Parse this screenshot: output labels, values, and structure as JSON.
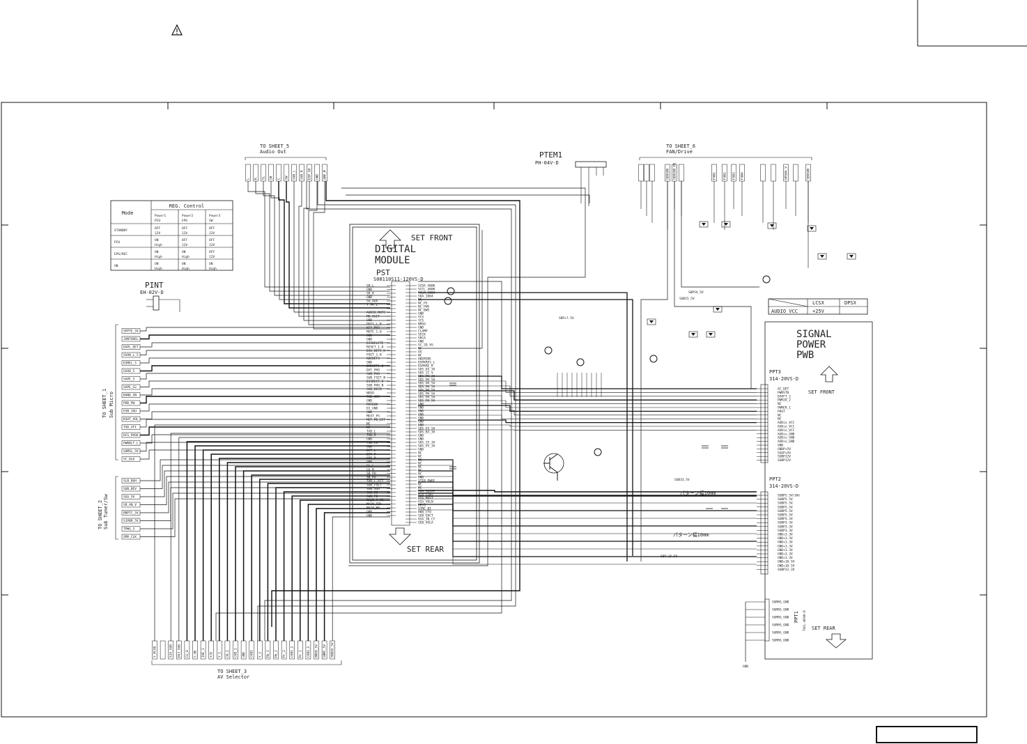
{
  "header": {
    "warning_icon": "warning-triangle-icon"
  },
  "mode_table": {
    "title": "REG. Control",
    "mode_label": "Mode",
    "columns": [
      "Power1 PCU",
      "Power2 EPG",
      "Power3 SW"
    ],
    "rows": [
      {
        "mode": "STANDBY",
        "cells": [
          "OFF 12V",
          "OFF 12V",
          "OFF 12V"
        ]
      },
      {
        "mode": "PCU",
        "cells": [
          "ON High",
          "OFF 12V",
          "OFF 12V"
        ]
      },
      {
        "mode": "EPG/REC",
        "cells": [
          "ON High",
          "ON High",
          "OFF 12V"
        ]
      },
      {
        "mode": "ON",
        "cells": [
          "ON High",
          "ON High",
          "ON High"
        ]
      }
    ]
  },
  "audio_vcc_table": {
    "label": "AUDIO VCC",
    "col1": "LCSX",
    "col2": "DPSX",
    "value": "+25V"
  },
  "digital_module": {
    "title_line1": "DIGITAL",
    "title_line2": "MODULE",
    "connector": "PST",
    "part": "S08110S11-120VS-D",
    "front": "SET FRONT",
    "rear": "SET REAR"
  },
  "signal_power": {
    "title_line1": "SIGNAL",
    "title_line2": "POWER",
    "title_line3": "PWB",
    "ppt3": "PPT3",
    "ppt3_part": "314-20VS-D",
    "ppt2": "PPT2",
    "ppt2_part": "314-20VS-D",
    "ppt1": "PPT1",
    "ppt1_part": "TACL-06VH-D",
    "front": "SET FRONT",
    "rear": "SET REAR",
    "pattern1": "パターン幅10mm",
    "pattern2": "パターン幅10mm"
  },
  "connectors": {
    "ptem1": "PTEM1",
    "ptem1_part": "PH-04V-D",
    "pint": "PINT",
    "pint_part": "EH-02V-D"
  },
  "sheet_refs": {
    "sheet5": "TO SHEET_5",
    "sheet5_sub": "Audio Out",
    "sheet6": "TO SHEET_6",
    "sheet6_sub": "FAN/Drive",
    "sheet1": "TO SHEET_1",
    "sheet1_sub": "Sub Micro",
    "sheet2": "TO SHEET_2",
    "sheet2_sub": "Sub Tuner/Sw",
    "sheet3": "TO SHEET_3",
    "sheet3_sub": "AV Selector"
  },
  "pst_left_pins": [
    "SR-L",
    "GND",
    "SR_R",
    "GND",
    "SA_AUX",
    "Y_PR_L",
    "",
    "AUDIO_MUTE",
    "MD_RSIT",
    "GND",
    "DEF1_L_R",
    "KEY_POS",
    "MUTE_1.8",
    "GND",
    "GND",
    "DISDELETE",
    "RESET_1.8",
    "DIG_DETC_H",
    "PSET_1.8",
    "ABCDEFS",
    "GND",
    "DMRSET1.8",
    "DAT_PHO",
    "SUB_PHO",
    "SUB_FSET_N",
    "DISDECT_A",
    "SUB_PHO_N",
    "SUB_DECO",
    "NEDO",
    "TXD_AMC",
    "GND",
    "RPEDOD",
    "DI_GND",
    "GND",
    "MEXT_PS",
    "MET_PD_ECT",
    "NC",
    "NC",
    "TXD_L",
    "TXD_R",
    "GND",
    "TXD_CV",
    "GND",
    "DET_L",
    "DET_R",
    "SBI_R",
    "GND",
    "Cb_L",
    "Cb_R",
    "SB_PH",
    "SB_PX",
    "TXD_L_ECT",
    "SUB_FSET",
    "SUB_SGA",
    "SUB_PB",
    "SUB_FB",
    "MAIN_Y_PV",
    "MAIN_FBO",
    "MAIN_NR",
    "GND",
    "GND"
  ],
  "pst_right_pins": [
    "SCDA_400K",
    "SCCL_400K",
    "ACLK_1004",
    "SDA_1004",
    "NC",
    "NC_PS",
    "NC_PWS",
    "NC_BWS",
    "GND",
    "YCS",
    "YCS",
    "NRSO",
    "GND",
    "CLAMP",
    "SECK",
    "SRCA",
    "GND",
    "SC_2D_VS",
    "NC",
    "VO",
    "NC",
    "HDEMIRE",
    "DSPKRES_L",
    "DSPKRE_R",
    "SDS_DZ_3V",
    "SDS_JI_V",
    "SDS_PH_3V",
    "SDS_PH_5V",
    "SDS_PH_5V",
    "SDS_PH_5V",
    "SDS_PH_5V",
    "SDS_PH_5V",
    "SDS_PH_5V",
    "SDS_PH_5V",
    "GND",
    "GND",
    "GND",
    "GND",
    "GND",
    "GND",
    "GND",
    "SDS_P3_5V",
    "SDS_B3_3V",
    "GND",
    "GND",
    "SDS_I5_3V",
    "SDS_P5_3V",
    "GND",
    "NC",
    "NC",
    "NC",
    "NC",
    "NC",
    "NC",
    "NC",
    "GND",
    "STIB_PWRF",
    "NC",
    "NC",
    "HIA_SLEAT",
    "HIA_CENT",
    "HIA_RKST",
    "HIA_VOLN",
    "DEYO",
    "STRE_BI",
    "HKB_CTO",
    "SEB_EDCT",
    "HIA_IN_CT",
    "SEB_VOLA"
  ],
  "sheet1_labels": [
    "SPPTE_5V",
    "JUNTAREL",
    "DXPL_DET",
    "SVAN_L_5",
    "DIMEL_5",
    "GXAD_5",
    "SAPE_5",
    "SAPE_G2",
    "BAND_SN",
    "PHD_PW",
    "ESB_IOU",
    "KSHT_VOL",
    "TXD_AFI",
    "DCS_PHSK",
    "PWRBLT_L",
    "SUMSL_5V",
    "SC_DLK"
  ],
  "sheet2_labels": [
    "SLB_BUH",
    "SUB_BEV",
    "SGA_SV",
    "SR_AN_V",
    "BNPTC_5V",
    "SJPBR_5V",
    "TPWG_5",
    "SMV_CLK"
  ],
  "sheet3_labels": [
    "Y_PCVB",
    "",
    "SJA_SUB",
    "DVJ_SUB",
    "CG_H",
    "G_BE",
    "IVE_1",
    "Y/D",
    "Y_1",
    "CR_1",
    "CVB_1",
    "GND",
    "CVBS",
    "Y_2",
    "Pb_1",
    "Pb_2",
    "Pr_2",
    "CVBS_2",
    "Pr_1",
    "CVBS_1",
    "BNSB_5V",
    "SBMC_5V",
    "SHBUS_5V"
  ],
  "sheet5_labels": [
    "L",
    "R",
    "SL",
    "SR",
    "C",
    "SW",
    "SUB_L",
    "SUB_R",
    "DSP_SB",
    "GND",
    "AMP_M"
  ],
  "sheet6_labels": [
    "",
    "",
    "",
    "SENSOR",
    "SENSOR_PS",
    "",
    "FAN1",
    "FAN2",
    "FAN3",
    "FAN4",
    "",
    "",
    "VPSBV_V",
    "",
    "SENSOR"
  ],
  "ppt3_pins": [
    "AC_DET",
    "PWRSTB",
    "DSPFT_2",
    "PWR2D_2",
    "NC",
    "PWRER_1",
    "PRST",
    "NC",
    "NC",
    "AUDio_VCC",
    "AUDio_VCC",
    "AUDio_VCC",
    "AUDio_GND",
    "AUDio_GND",
    "AUDio_GND",
    "GND",
    "GNDP+5V",
    "SGGP+5V",
    "SUBP12V",
    "SUBP12V"
  ],
  "ppt2_pins": [
    "SUBP5.5V(SW)",
    "SUBP5.5V",
    "SUBP5.5V",
    "SUBP5.5V",
    "SUBP5.5V",
    "SUBP5.5V",
    "SUBP3.3V",
    "SUBP3.3V",
    "SUBP3.3V",
    "SUBP3.3V",
    "GND+3.3V",
    "GND+3.3V",
    "GND+3.3V",
    "GND+3.3V",
    "GND+3.3V",
    "GND+3.3V",
    "GND+3.3V",
    "GND+10.5V",
    "GND+10.5V",
    "SUBP12.3V"
  ],
  "ppt1_pins": [
    "SURRG_GND",
    "SURRG_GND",
    "SURRG_GND",
    "SURRG_GND",
    "SURRG_GND",
    "SURRG_GND"
  ],
  "nets": {
    "sbp5": "SBP5V_5V",
    "sub33": "SUB33_5V",
    "sub15": "SUB15_5V",
    "sbp15": "SBP+15.5V",
    "stp": "SBP+7.5V"
  }
}
